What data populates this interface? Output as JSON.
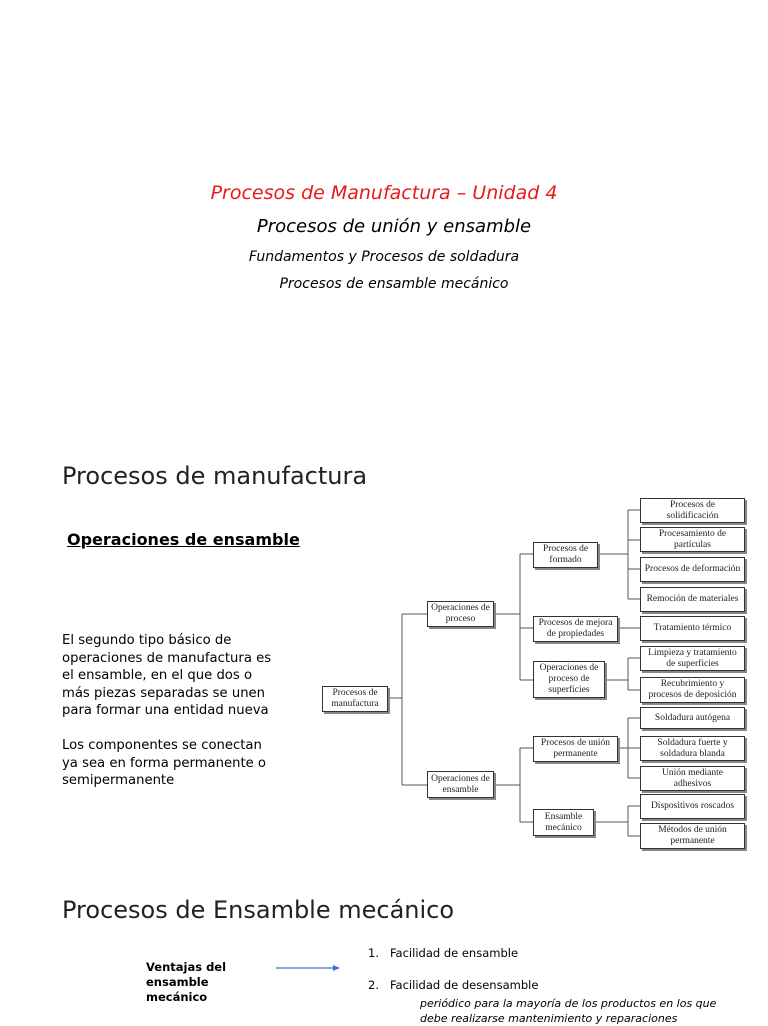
{
  "cover": {
    "title": "Procesos de Manufactura – Unidad 4",
    "subtitle": "Procesos de unión y ensamble",
    "line1": "Fundamentos y Procesos de soldadura",
    "line2": "Procesos de ensamble mecánico"
  },
  "slide2": {
    "heading": "Procesos de manufactura",
    "subheading": "Operaciones de ensamble",
    "paragraph1": "El segundo tipo básico de operaciones de manufactura es el ensamble, en el que dos o más piezas separadas se unen para formar una entidad nueva",
    "paragraph2": "Los componentes se conectan ya sea en forma permanente o semipermanente",
    "diagram": {
      "root": "Procesos de manufactura",
      "proceso": "Operaciones de proceso",
      "ensamble": "Operaciones de ensamble",
      "formado": "Procesos de formado",
      "mejora": "Procesos de mejora de propiedades",
      "superficies": "Operaciones de proceso de superficies",
      "union_perm": "Procesos de unión permanente",
      "ens_mec": "Ensamble mecánico",
      "solidificacion": "Procesos de solidificación",
      "particulas": "Procesamiento de partículas",
      "deformacion": "Procesos de deformación",
      "remocion": "Remoción de materiales",
      "termico": "Tratamiento térmico",
      "limpieza": "Limpieza y tratamiento de superficies",
      "recubrimiento": "Recubrimiento y procesos de deposición",
      "autogena": "Soldadura autógena",
      "fuerte": "Soldadura fuerte y soldadura blanda",
      "adhesivos": "Unión mediante adhesivos",
      "roscados": "Dispositivos roscados",
      "metodos": "Métodos de unión permanente"
    }
  },
  "slide3": {
    "heading": "Procesos de Ensamble mecánico",
    "advantages_label": "Ventajas del ensamble mecánico",
    "items": [
      {
        "num": "1.",
        "text": "Facilidad de ensamble"
      },
      {
        "num": "2.",
        "text": "Facilidad de desensamble"
      }
    ],
    "item2_desc": "periódico para la mayoría de los productos en los que debe realizarse mantenimiento y reparaciones"
  },
  "colors": {
    "title_red": "#e8191a",
    "arrow_blue": "#3b6fd8"
  }
}
